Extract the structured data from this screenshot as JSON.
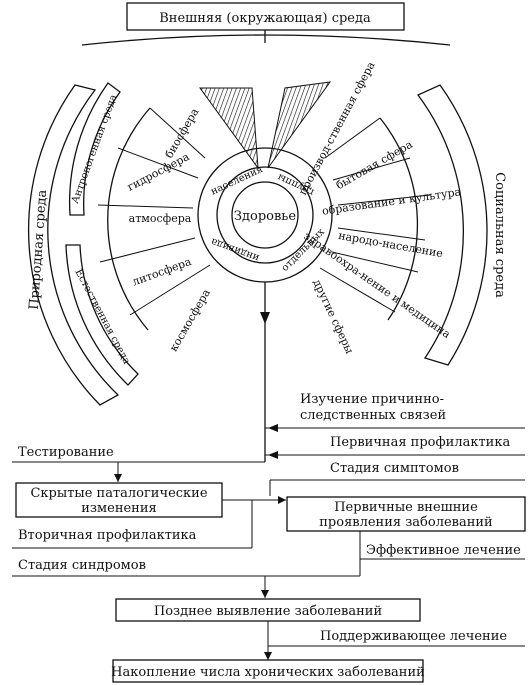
{
  "top_box": "Внешняя (окружающая) среда",
  "left_outer": "Природная среда",
  "right_outer": "Социальная среда",
  "left_anthro": "Антропогенная среда",
  "left_natural": "Естественная среда",
  "left_sectors": [
    "биосфера",
    "гидросфера",
    "атмосфера",
    "литосфера",
    "космосфера"
  ],
  "right_sectors": [
    "производ-ственная сфера",
    "бытовая сфера",
    "образование и культура",
    "народо-население",
    "здравоохра-нение и медицина",
    "другие сферы"
  ],
  "center": "Здоровье",
  "inner_ring": [
    "населения",
    "группы",
    "отдельных",
    "индивида"
  ],
  "flow": {
    "causal_study": "Изучение причинно-следственных связей",
    "primary_prevention": "Первичная профилактика",
    "testing": "Тестирование",
    "symptoms_stage": "Стадия симптомов",
    "hidden_changes": "Скрытые паталогические изменения",
    "primary_manifestations": "Первичные внешние проявления заболеваний",
    "secondary_prevention": "Вторичная профилактика",
    "effective_treatment": "Эффективное лечение",
    "syndromes_stage": "Стадия синдромов",
    "late_detection": "Позднее выявление заболеваний",
    "supportive_treatment": "Поддерживающее лечение",
    "chronic_accumulation": "Накопление числа хронических заболеваний"
  }
}
